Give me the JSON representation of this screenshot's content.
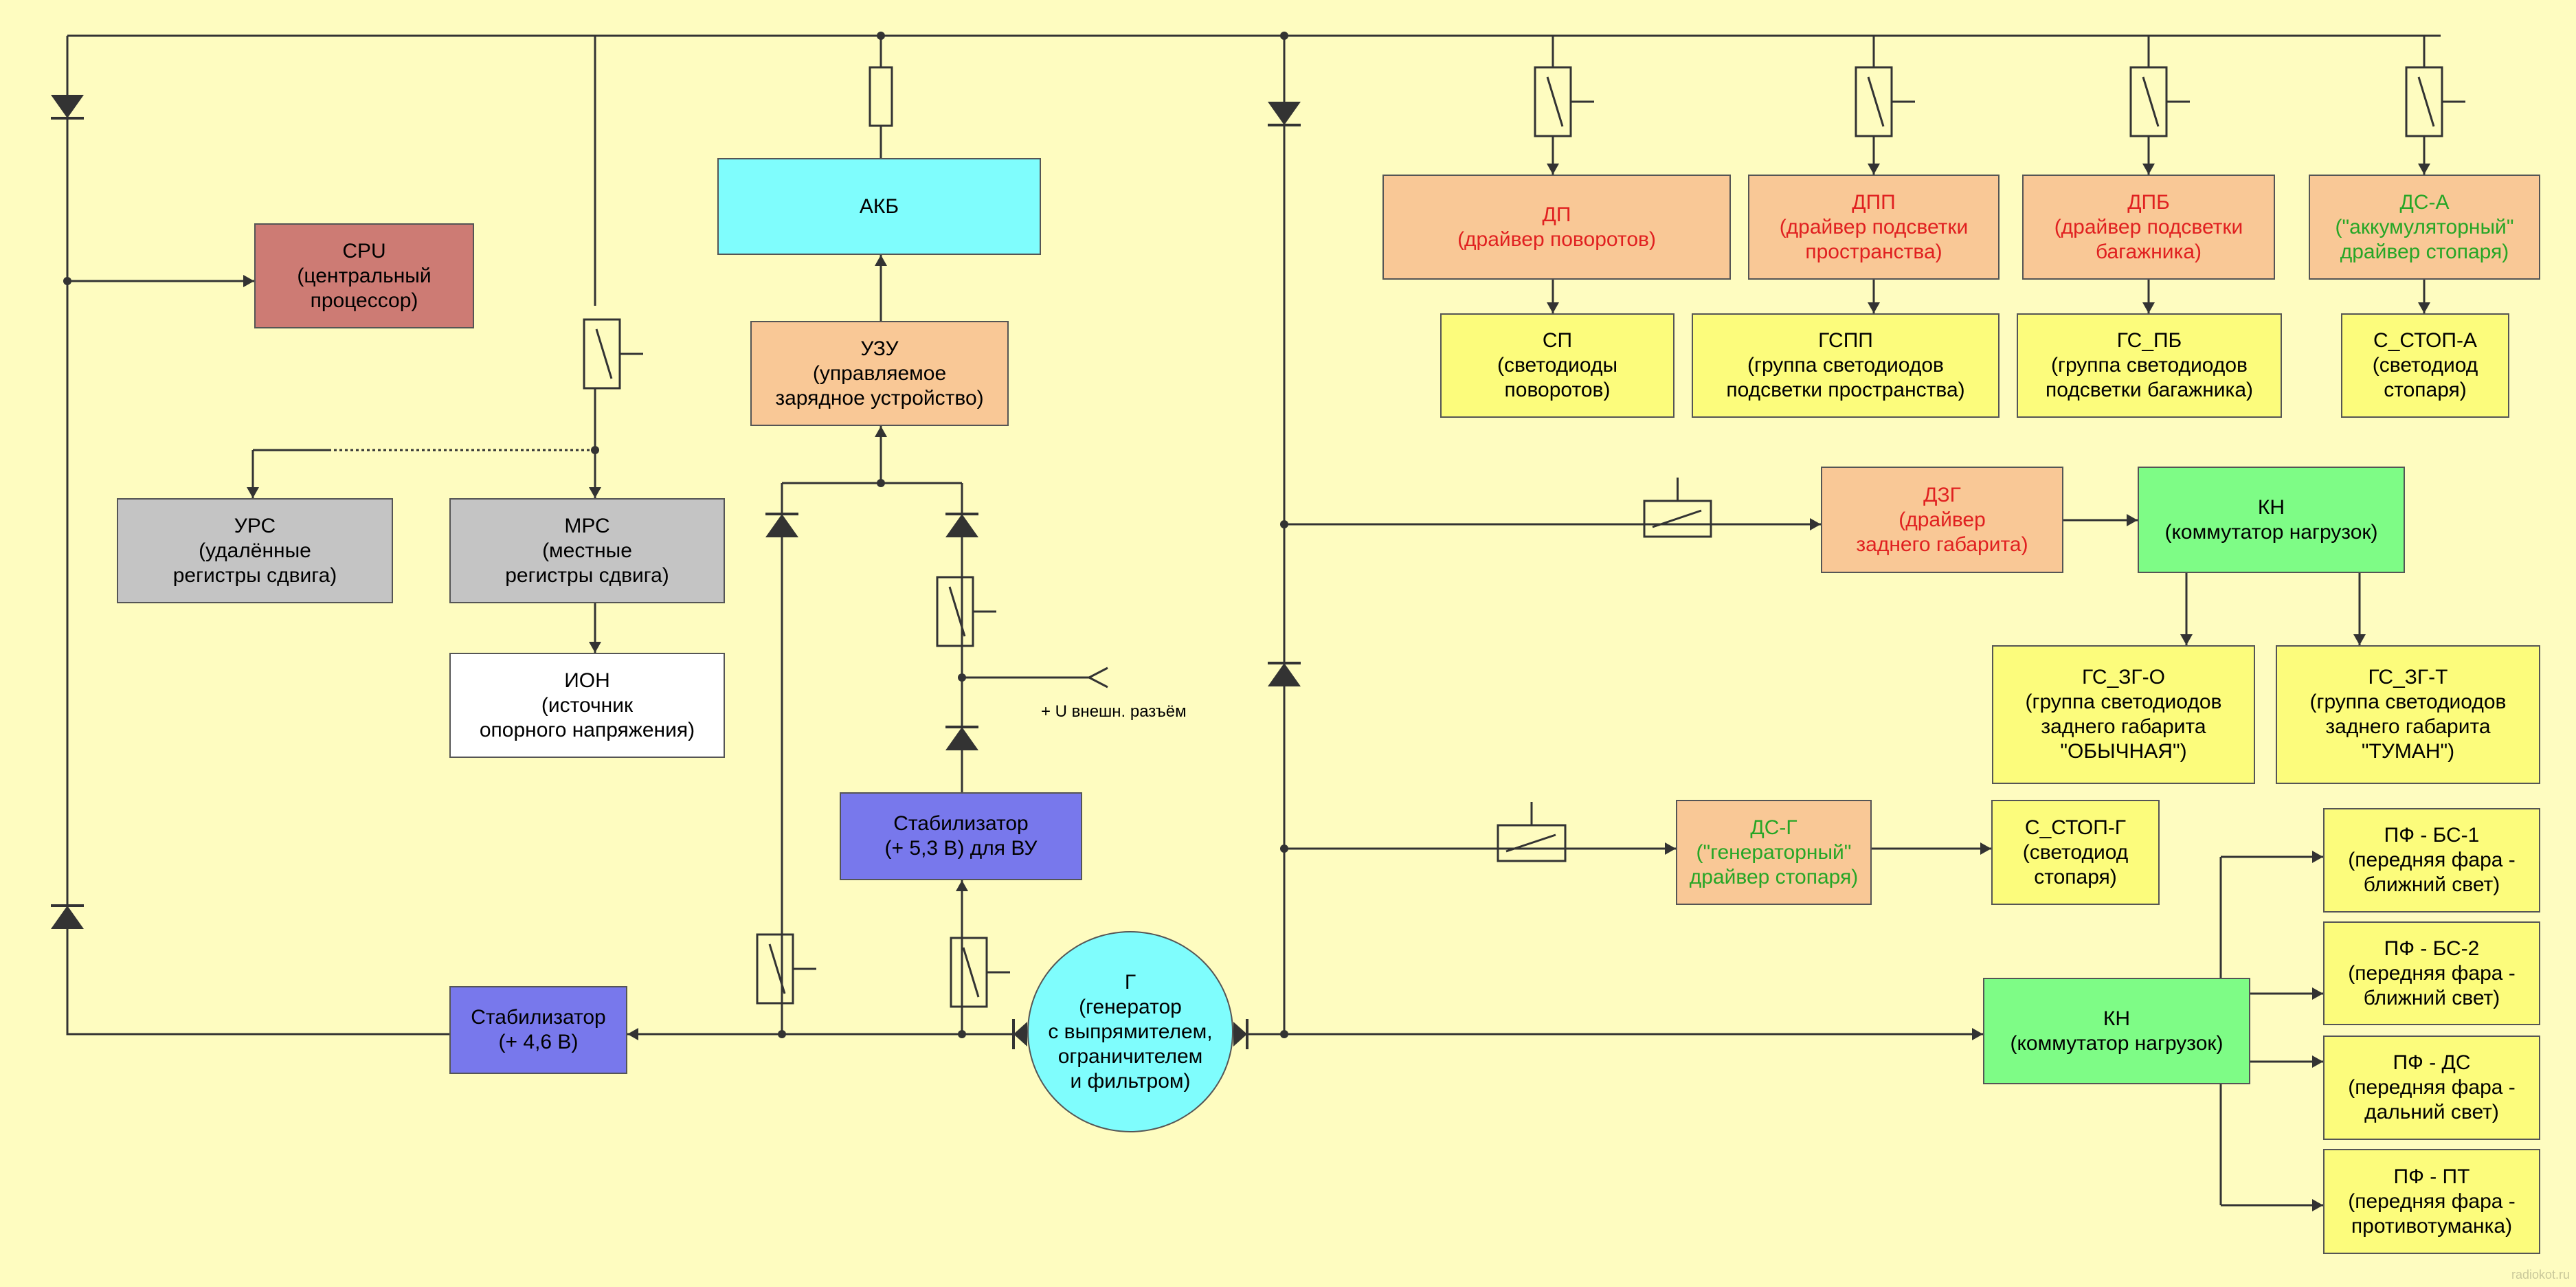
{
  "colors": {
    "background": "#fefcc0",
    "line": "#333333",
    "cpu": "#cd7b74",
    "gray": "#c4c4c4",
    "white": "#ffffff",
    "cyan": "#7ffdfd",
    "orange": "#f9c896",
    "yellow": "#fcfc7c",
    "green": "#7efc86",
    "blue": "#7878ec",
    "red_text": "#e02020",
    "green_text": "#26a626"
  },
  "blocks": [
    {
      "id": "cpu",
      "fill": "cpu",
      "lines": [
        {
          "t": "CPU"
        },
        {
          "t": "(центральный"
        },
        {
          "t": "процессор)"
        }
      ]
    },
    {
      "id": "urs",
      "fill": "gray",
      "lines": [
        {
          "t": "УРС"
        },
        {
          "t": "(удалённые"
        },
        {
          "t": "регистры сдвига)"
        }
      ]
    },
    {
      "id": "mrs",
      "fill": "gray",
      "lines": [
        {
          "t": "МРС"
        },
        {
          "t": "(местные"
        },
        {
          "t": "регистры сдвига)"
        }
      ]
    },
    {
      "id": "ion",
      "fill": "white",
      "lines": [
        {
          "t": "ИОН"
        },
        {
          "t": "(источник"
        },
        {
          "t": "опорного напряжения)"
        }
      ]
    },
    {
      "id": "akb",
      "fill": "cyan",
      "lines": [
        {
          "t": "АКБ"
        }
      ]
    },
    {
      "id": "uzu",
      "fill": "orange",
      "lines": [
        {
          "t": "УЗУ"
        },
        {
          "t": "(управляемое"
        },
        {
          "t": "зарядное устройство)"
        }
      ]
    },
    {
      "id": "stab53",
      "fill": "blue",
      "lines": [
        {
          "t": "Стабилизатор"
        },
        {
          "t": "(+ 5,3 В) для ВУ"
        }
      ]
    },
    {
      "id": "stab46",
      "fill": "blue",
      "lines": [
        {
          "t": "Стабилизатор"
        },
        {
          "t": "(+ 4,6 В)"
        }
      ]
    },
    {
      "id": "gen",
      "fill": "cyan",
      "circle": true,
      "lines": [
        {
          "t": "Г"
        },
        {
          "t": "(генератор"
        },
        {
          "t": "с выпрямителем,"
        },
        {
          "t": "ограничителем"
        },
        {
          "t": "и фильтром)"
        }
      ]
    },
    {
      "id": "dp",
      "fill": "orange",
      "lines": [
        {
          "t": "ДП",
          "c": "red"
        },
        {
          "t": "(драйвер поворотов)",
          "c": "red"
        }
      ]
    },
    {
      "id": "dpp",
      "fill": "orange",
      "lines": [
        {
          "t": "ДПП",
          "c": "red"
        },
        {
          "t": "(драйвер подсветки",
          "c": "red"
        },
        {
          "t": "пространства)",
          "c": "red"
        }
      ]
    },
    {
      "id": "dpb",
      "fill": "orange",
      "lines": [
        {
          "t": "ДПБ",
          "c": "red"
        },
        {
          "t": "(драйвер подсветки",
          "c": "red"
        },
        {
          "t": "багажника)",
          "c": "red"
        }
      ]
    },
    {
      "id": "dsa",
      "fill": "orange",
      "lines": [
        {
          "t": "ДС-А",
          "c": "green"
        },
        {
          "t": "(\"аккумуляторный\"",
          "c": "green"
        },
        {
          "t": "драйвер стопаря)",
          "c": "green"
        }
      ]
    },
    {
      "id": "sp",
      "fill": "yellow",
      "lines": [
        {
          "t": "СП"
        },
        {
          "t": "(светодиоды"
        },
        {
          "t": "поворотов)"
        }
      ]
    },
    {
      "id": "gspp",
      "fill": "yellow",
      "lines": [
        {
          "t": "ГСПП"
        },
        {
          "t": "(группа светодиодов"
        },
        {
          "t": "подсветки пространства)"
        }
      ]
    },
    {
      "id": "gspb",
      "fill": "yellow",
      "lines": [
        {
          "t": "ГС_ПБ"
        },
        {
          "t": "(группа светодиодов"
        },
        {
          "t": "подсветки багажника)"
        }
      ]
    },
    {
      "id": "sstopa",
      "fill": "yellow",
      "lines": [
        {
          "t": "С_СТОП-А"
        },
        {
          "t": "(светодиод"
        },
        {
          "t": "стопаря)"
        }
      ]
    },
    {
      "id": "dzg",
      "fill": "orange",
      "lines": [
        {
          "t": "ДЗГ",
          "c": "red"
        },
        {
          "t": "(драйвер",
          "c": "red"
        },
        {
          "t": "заднего габарита)",
          "c": "red"
        }
      ]
    },
    {
      "id": "kn1",
      "fill": "green",
      "lines": [
        {
          "t": "КН"
        },
        {
          "t": "(коммутатор нагрузок)"
        }
      ]
    },
    {
      "id": "gszgo",
      "fill": "yellow",
      "lines": [
        {
          "t": "ГС_ЗГ-О"
        },
        {
          "t": "(группа светодиодов"
        },
        {
          "t": "заднего габарита"
        },
        {
          "t": "\"ОБЫЧНАЯ\")"
        }
      ]
    },
    {
      "id": "gszgt",
      "fill": "yellow",
      "lines": [
        {
          "t": "ГС_ЗГ-Т"
        },
        {
          "t": "(группа светодиодов"
        },
        {
          "t": "заднего габарита"
        },
        {
          "t": "\"ТУМАН\")"
        }
      ]
    },
    {
      "id": "dsg",
      "fill": "orange",
      "lines": [
        {
          "t": "ДС-Г",
          "c": "green"
        },
        {
          "t": "(\"генераторный\"",
          "c": "green"
        },
        {
          "t": "драйвер стопаря)",
          "c": "green"
        }
      ]
    },
    {
      "id": "sstopg",
      "fill": "yellow",
      "lines": [
        {
          "t": "С_СТОП-Г"
        },
        {
          "t": "(светодиод"
        },
        {
          "t": "стопаря)"
        }
      ]
    },
    {
      "id": "kn2",
      "fill": "green",
      "lines": [
        {
          "t": "КН"
        },
        {
          "t": "(коммутатор нагрузок)"
        }
      ]
    },
    {
      "id": "pfbs1",
      "fill": "yellow",
      "lines": [
        {
          "t": "ПФ - БС-1"
        },
        {
          "t": "(передняя фара -"
        },
        {
          "t": "ближний свет)"
        }
      ]
    },
    {
      "id": "pfbs2",
      "fill": "yellow",
      "lines": [
        {
          "t": "ПФ - БС-2"
        },
        {
          "t": "(передняя фара -"
        },
        {
          "t": "ближний свет)"
        }
      ]
    },
    {
      "id": "pfds",
      "fill": "yellow",
      "lines": [
        {
          "t": "ПФ - ДС"
        },
        {
          "t": "(передняя фара -"
        },
        {
          "t": "дальний свет)"
        }
      ]
    },
    {
      "id": "pfpt",
      "fill": "yellow",
      "lines": [
        {
          "t": "ПФ - ПТ"
        },
        {
          "t": "(передняя фара -"
        },
        {
          "t": "противотуманка)"
        }
      ]
    }
  ],
  "labels": {
    "ext_connector": "+ U внешн. разъём",
    "watermark": "radiokot.ru"
  }
}
